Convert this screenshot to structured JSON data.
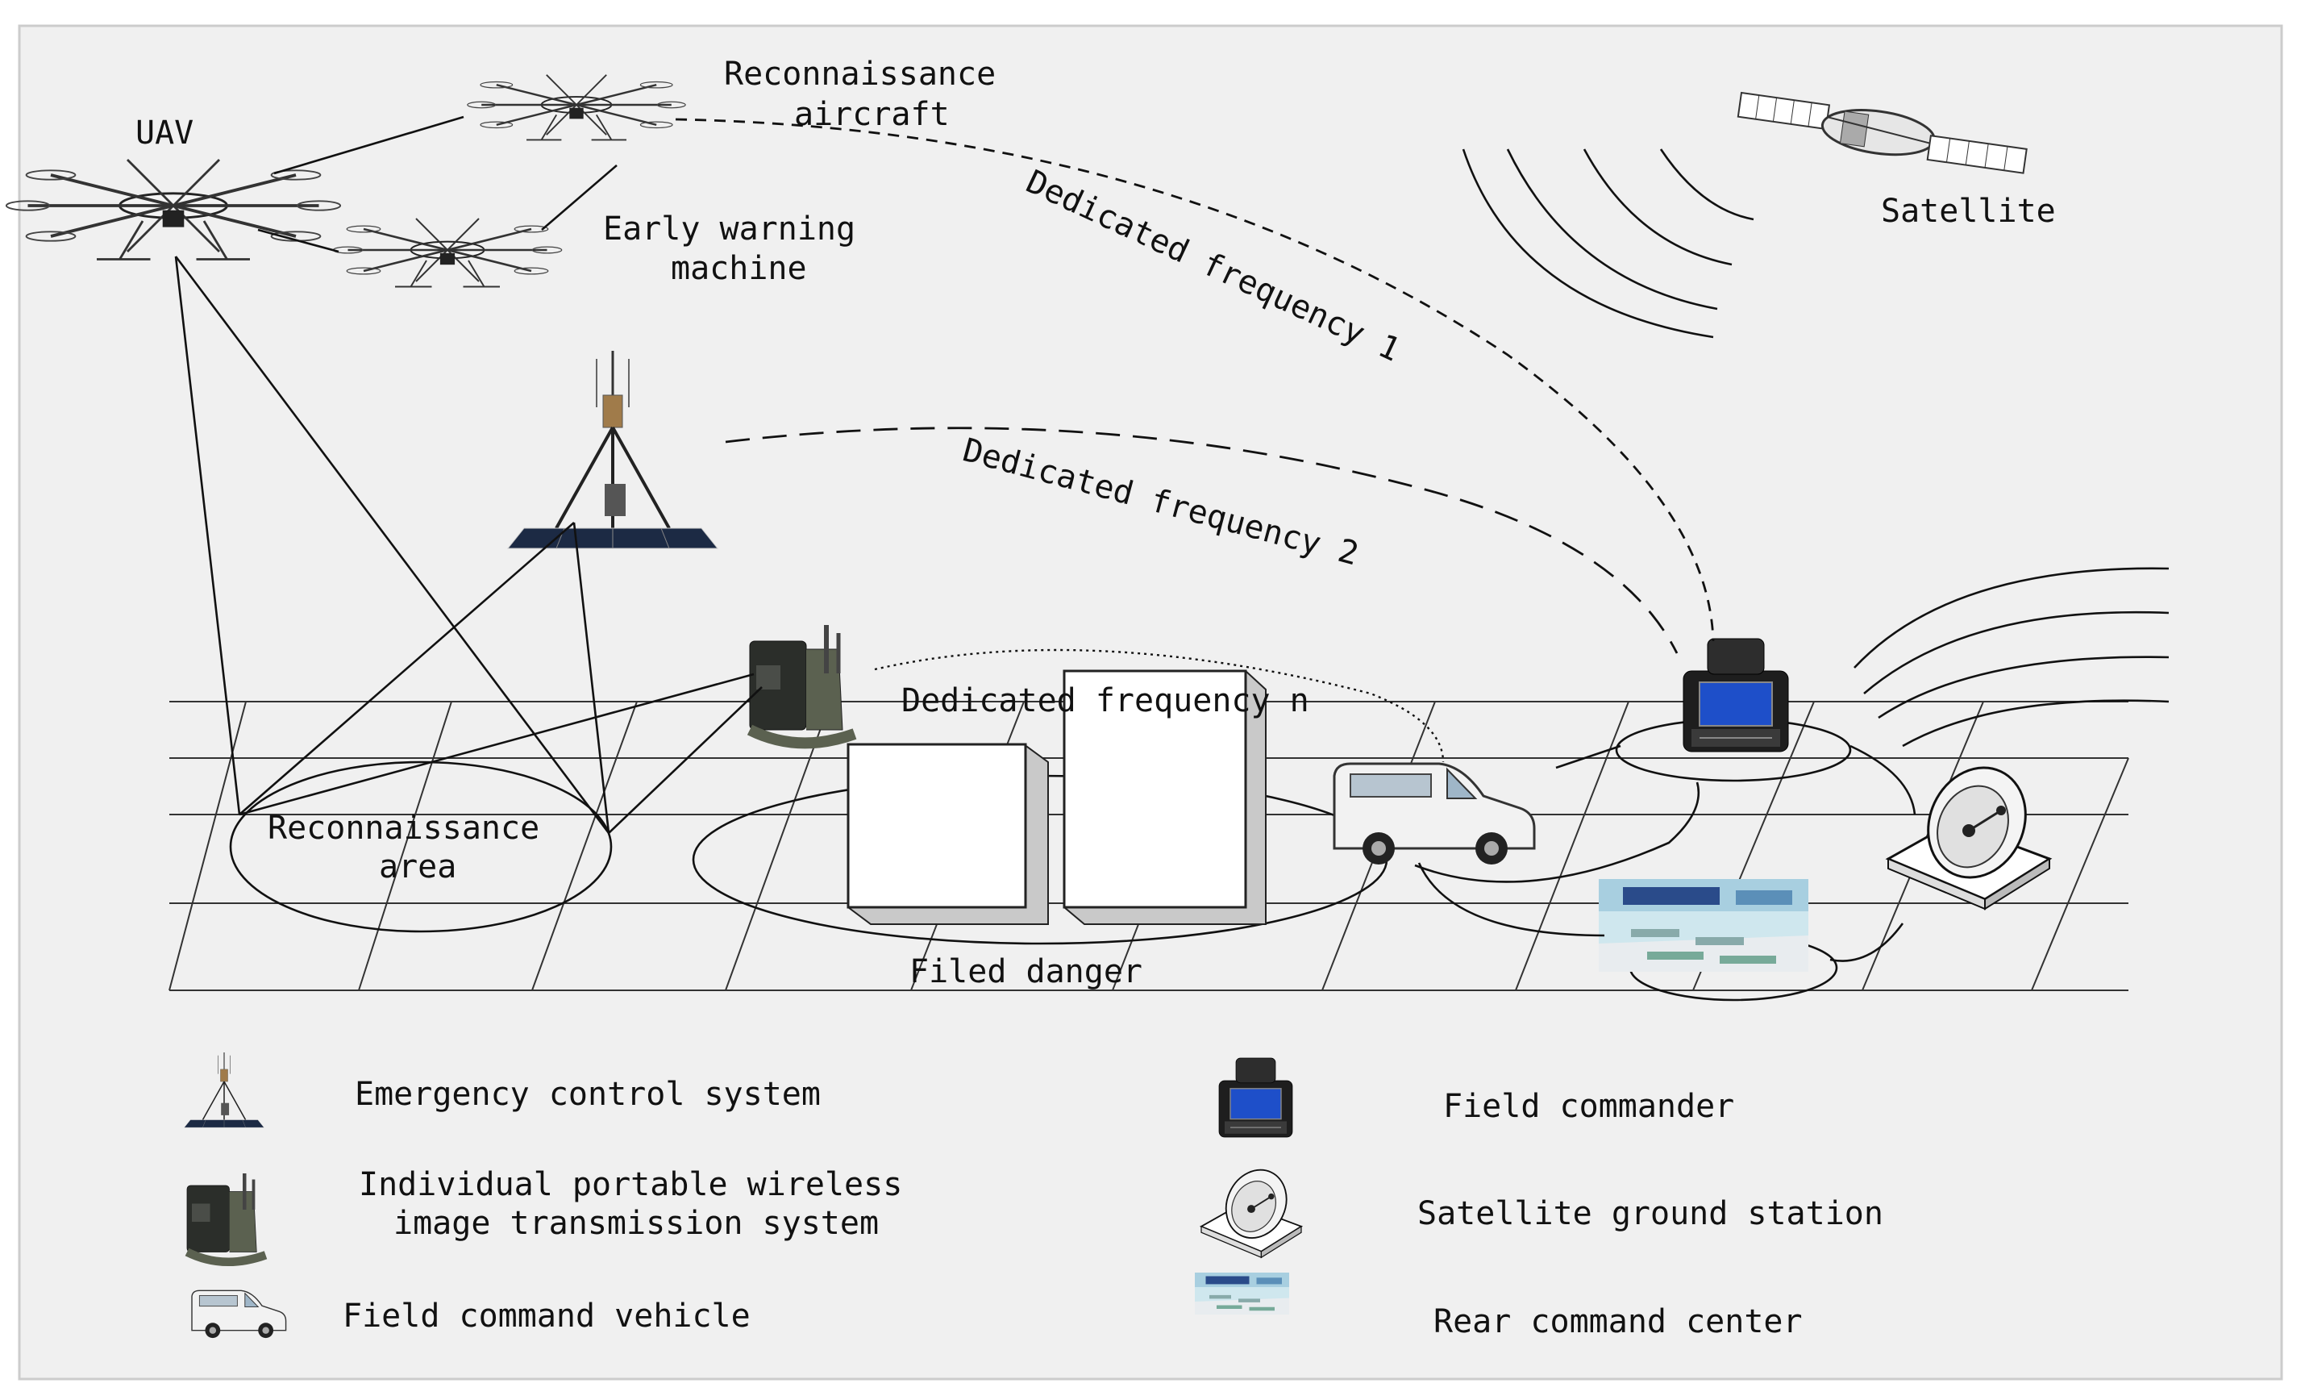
{
  "diagram": {
    "labels": {
      "uav": "UAV",
      "recon_aircraft_line1": "Reconnaissance",
      "recon_aircraft_line2": "aircraft",
      "early_warning_line1": "Early warning",
      "early_warning_line2": "machine",
      "satellite": "Satellite",
      "freq1": "Dedicated frequency 1",
      "freq2": "Dedicated frequency 2",
      "freqn": "Dedicated frequency n",
      "recon_area_line1": "Reconnaissance",
      "recon_area_line2": "area",
      "field_danger": "Filed danger"
    },
    "legend": [
      {
        "icon": "emergency-control-system-icon",
        "label": "Emergency control system"
      },
      {
        "icon": "portable-wireless-transmitter-icon",
        "label_line1": "Individual portable wireless",
        "label_line2": "image transmission system"
      },
      {
        "icon": "field-command-vehicle-icon",
        "label": "Field command vehicle"
      },
      {
        "icon": "field-commander-terminal-icon",
        "label": "Field commander"
      },
      {
        "icon": "satellite-ground-station-icon",
        "label": "Satellite ground station"
      },
      {
        "icon": "rear-command-center-icon",
        "label": "Rear command center"
      }
    ]
  }
}
